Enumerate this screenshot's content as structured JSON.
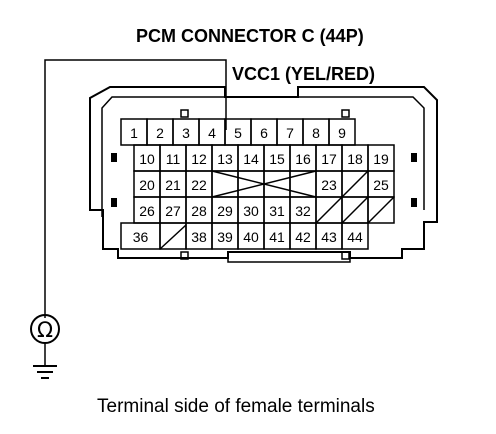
{
  "title": "PCM CONNECTOR C (44P)",
  "wire_label": "VCC1 (YEL/RED)",
  "caption": "Terminal side of female terminals",
  "meter_symbol": "Ω",
  "probe_terminal": "4",
  "rows": [
    [
      "1",
      "2",
      "3",
      "4",
      "5",
      "6",
      "7",
      "8",
      "9"
    ],
    [
      "10",
      "11",
      "12",
      "13",
      "14",
      "15",
      "16",
      "17",
      "18",
      "19"
    ],
    [
      "20",
      "21",
      "22",
      "",
      "",
      "",
      "",
      "23",
      "",
      "25"
    ],
    [
      "26",
      "27",
      "28",
      "29",
      "30",
      "31",
      "32",
      "",
      "",
      ""
    ],
    [
      "36",
      "",
      "38",
      "39",
      "40",
      "41",
      "42",
      "43",
      "44"
    ]
  ]
}
